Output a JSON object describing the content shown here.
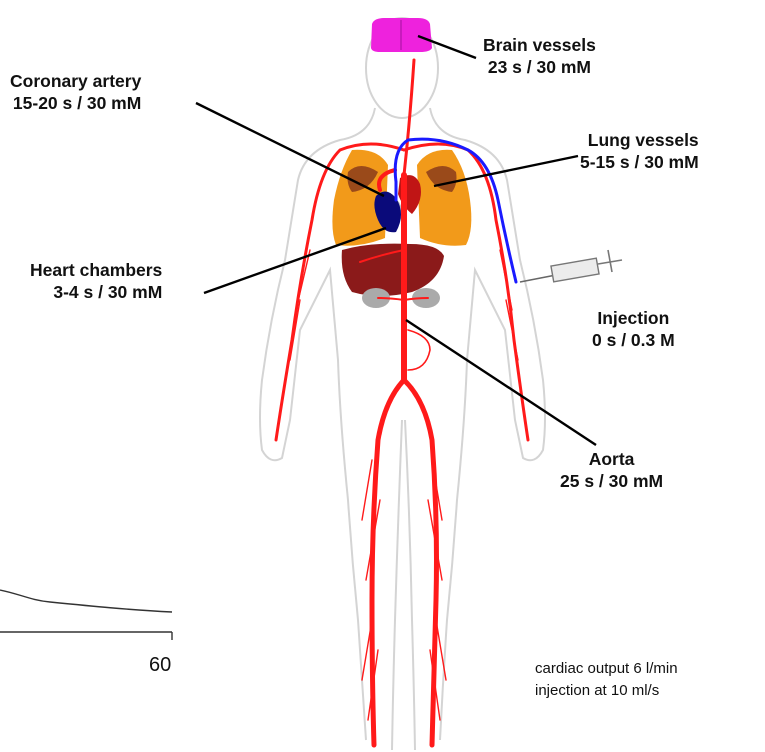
{
  "labels": {
    "brain": {
      "name": "Brain vessels",
      "value": "23 s / 30 mM"
    },
    "coronary": {
      "name": "Coronary artery",
      "value": "15-20 s / 30 mM"
    },
    "lung": {
      "name": "Lung vessels",
      "value": "5-15 s / 30 mM"
    },
    "heart": {
      "name": "Heart chambers",
      "value": "3-4 s / 30 mM"
    },
    "injection": {
      "name": "Injection",
      "value": "0 s / 0.3 M"
    },
    "aorta": {
      "name": "Aorta",
      "value": "25 s / 30 mM"
    }
  },
  "axis": {
    "tick_label": "60"
  },
  "notes": {
    "line1": "cardiac output 6 l/min",
    "line2": "injection at 10 ml/s"
  },
  "colors": {
    "artery": "#ff1a1a",
    "vein": "#1a1aff",
    "brain": "#ee22dd",
    "lung": "#f29a1a",
    "liver": "#8b1a1a",
    "kidney": "#aaaaaa",
    "heart_dark": "#0a0a7a",
    "body_outline": "#d4d4d4"
  },
  "icons": [
    "syringe-icon",
    "brain-icon",
    "heart-icon",
    "lungs-icon",
    "liver-icon",
    "kidney-icon"
  ]
}
